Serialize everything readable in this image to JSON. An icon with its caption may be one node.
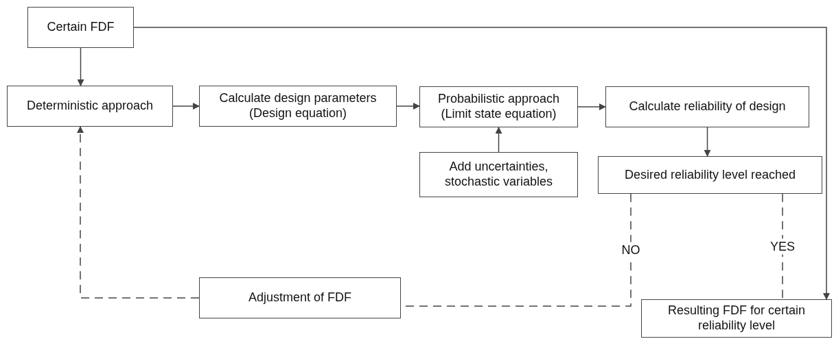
{
  "diagram": {
    "nodes": [
      {
        "text": [
          "Certain FDF"
        ]
      },
      {
        "text": [
          "Deterministic approach"
        ]
      },
      {
        "text": [
          "Calculate design parameters (Design equation)"
        ]
      },
      {
        "text": [
          "Probabilistic approach (Limit state equation)"
        ]
      },
      {
        "text": [
          "Calculate reliability of design"
        ]
      },
      {
        "text": [
          "Add uncertainties, stochastic variables"
        ]
      },
      {
        "text": [
          "Desired reliability level reached"
        ]
      },
      {
        "text": [
          "Adjustment of FDF"
        ]
      },
      {
        "text": [
          "Resulting FDF for certain reliability level"
        ]
      }
    ],
    "edges": [
      {
        "from": 0,
        "to": 1,
        "arrow": "to"
      },
      {
        "from": 1,
        "to": 2,
        "arrow": "to"
      },
      {
        "from": 2,
        "to": 3,
        "arrow": "to"
      },
      {
        "from": 5,
        "to": 3,
        "arrow": "to"
      },
      {
        "from": 3,
        "to": 4,
        "arrow": "to"
      },
      {
        "from": 4,
        "to": 6,
        "arrow": "to"
      },
      {
        "from": 0,
        "to": 8,
        "arrow": "to"
      },
      {
        "from": 6,
        "to": 7,
        "arrow": "none",
        "label": "NO",
        "style": "dashed"
      },
      {
        "from": 7,
        "to": 1,
        "arrow": "to",
        "style": "dashed"
      },
      {
        "from": 6,
        "to": 8,
        "arrow": "none",
        "label": "YES",
        "style": "dashed"
      }
    ]
  }
}
